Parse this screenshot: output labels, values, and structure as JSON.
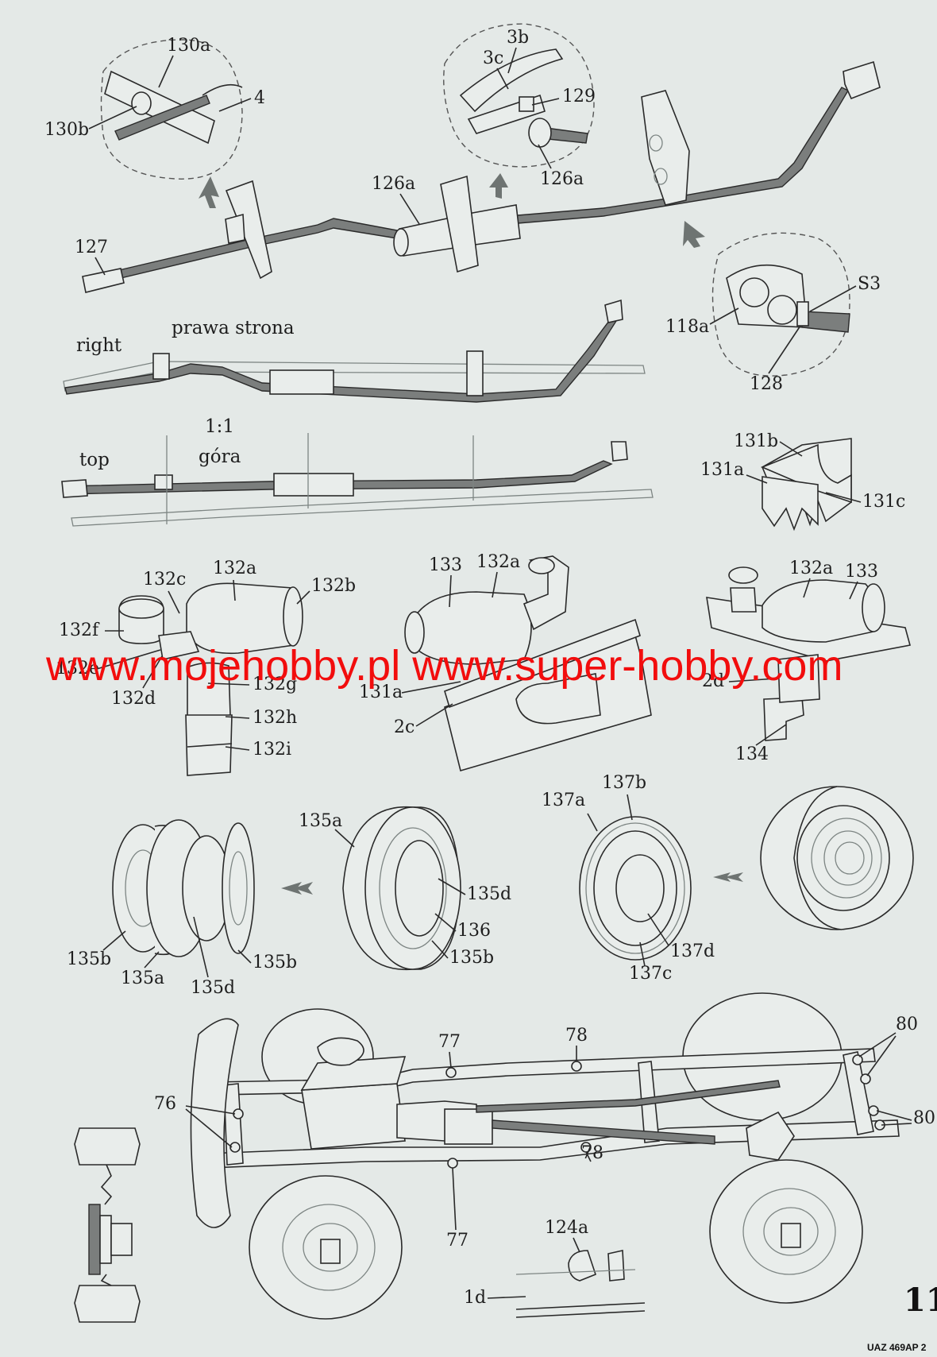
{
  "colors": {
    "background": "#e4e9e7",
    "watermark": "#f20d0d",
    "line": "#2a2a2a",
    "pipe": "#7b7e7d"
  },
  "top_section": {
    "detail_left": {
      "labels": [
        "130a",
        "130b",
        "4"
      ]
    },
    "detail_middle": {
      "labels": [
        "3b",
        "3c",
        "129",
        "126a"
      ]
    },
    "detail_right": {
      "labels": [
        "S3",
        "118a",
        "128"
      ]
    },
    "main": {
      "labels": [
        "126a",
        "127"
      ]
    }
  },
  "views": {
    "right_label": "right",
    "right_label_pl": "prawa strona",
    "scale_label": "1:1",
    "top_label": "top",
    "top_label_pl": "góra"
  },
  "part_131": {
    "labels": [
      "131b",
      "131a",
      "131c"
    ]
  },
  "muffler_parts": {
    "labels": [
      "132a",
      "132c",
      "132b",
      "132f",
      "132e",
      "132d",
      "132g",
      "132h",
      "132i"
    ]
  },
  "muffler_fit": {
    "labels": [
      "133",
      "132a",
      "131a",
      "2c"
    ]
  },
  "muffler_mounted": {
    "labels": [
      "132a",
      "133",
      "2d",
      "134"
    ]
  },
  "watermark": "www.mojehobby.pl www.super-hobby.com",
  "wheel_parts": {
    "labels": [
      "135b",
      "135a",
      "135d",
      "135b"
    ]
  },
  "wheel_tire": {
    "labels": [
      "135a",
      "135d",
      "136",
      "135b"
    ]
  },
  "wheel_hub": {
    "labels": [
      "137a",
      "137b",
      "137d",
      "137c"
    ]
  },
  "chassis": {
    "labels": [
      "77",
      "78",
      "80",
      "76",
      "80",
      "78",
      "77",
      "124a",
      "1d"
    ]
  },
  "footer": {
    "page_number": "11",
    "model": "UAZ 469AP  2"
  }
}
